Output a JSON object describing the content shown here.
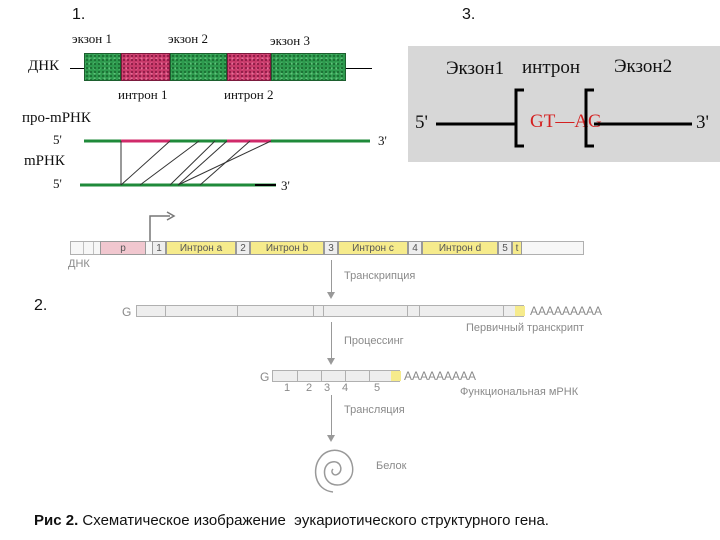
{
  "panel1": {
    "number": "1.",
    "exon1": "экзон 1",
    "exon2": "экзон 2",
    "exon3": "экзон 3",
    "dna": "ДНК",
    "intron1": "интрон 1",
    "intron2": "интрон 2",
    "pre_mrna": "про-mРНК",
    "mrna": "mРНК",
    "five_a": "5'",
    "three_a": "3'",
    "five_b": "5'",
    "three_b": "3'",
    "colors": {
      "exon": "#2e9a4e",
      "intron": "#c83a6a",
      "rna": "#1f8a3a"
    }
  },
  "panel3": {
    "number": "3.",
    "exon1": "Экзон1",
    "intron": "интрон",
    "exon2": "Экзон2",
    "five": "5'",
    "three": "3'",
    "splice": "GT—AG",
    "splice_color": "#d42020"
  },
  "panel2": {
    "number": "2.",
    "dna_row": {
      "p": "p",
      "items": [
        "1",
        "Интрон a",
        "2",
        "Интрон b",
        "3",
        "Интрон c",
        "4",
        "Интрон d",
        "5",
        "t"
      ]
    },
    "dna": "ДНК",
    "transcription": "Транскрипция",
    "g1": "G",
    "polyA1": "AAAAAAAAA",
    "primary": "Первичный транскрипт",
    "processing": "Процессинг",
    "g2": "G",
    "polyA2": "AAAAAAAAA",
    "nums": [
      "1",
      "2",
      "3",
      "4",
      "5"
    ],
    "functional": "Функциональная мРНК",
    "translation": "Трансляция",
    "protein": "Белок"
  },
  "caption": {
    "bold": "Рис 2.",
    "text": " Схематическое изображение  эукариотического структурного гена."
  }
}
